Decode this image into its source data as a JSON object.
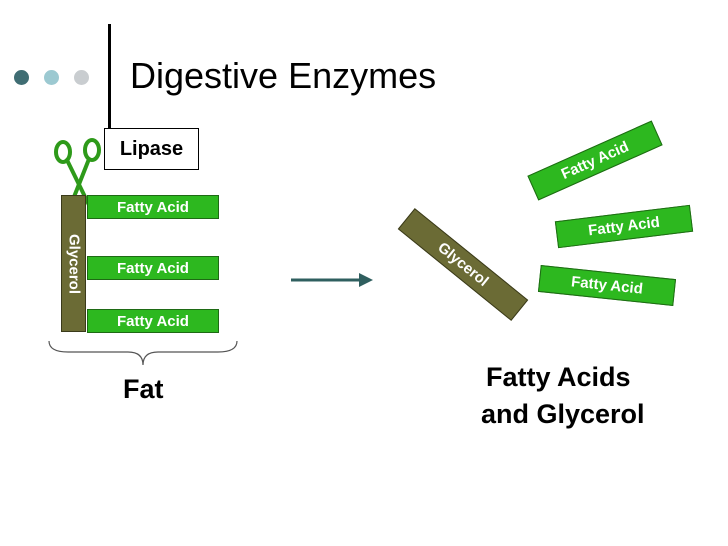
{
  "slide": {
    "title": "Digestive Enzymes",
    "enzyme_label": "Lipase",
    "left_molecule": {
      "glycerol_label": "Glycerol",
      "fatty_acids": [
        "Fatty Acid",
        "Fatty Acid",
        "Fatty Acid"
      ],
      "caption": "Fat"
    },
    "right_products": {
      "glycerol_label": "Glycerol",
      "fatty_acids": [
        "Fatty Acid",
        "Fatty Acid",
        "Fatty Acid"
      ],
      "caption_line1": "Fatty Acids",
      "caption_line2": "and Glycerol"
    }
  },
  "colors": {
    "fatty_acid": "#2db81f",
    "glycerol": "#6b6b35",
    "scissors": "#2e9a1a",
    "arrow": "#2f5f5f",
    "dot_dark": "#3f6d73",
    "dot_mid": "#9cc9d1",
    "dot_light": "#c9cdd0"
  },
  "icons": [
    "scissors-icon",
    "arrow-right-icon",
    "brace-icon"
  ]
}
